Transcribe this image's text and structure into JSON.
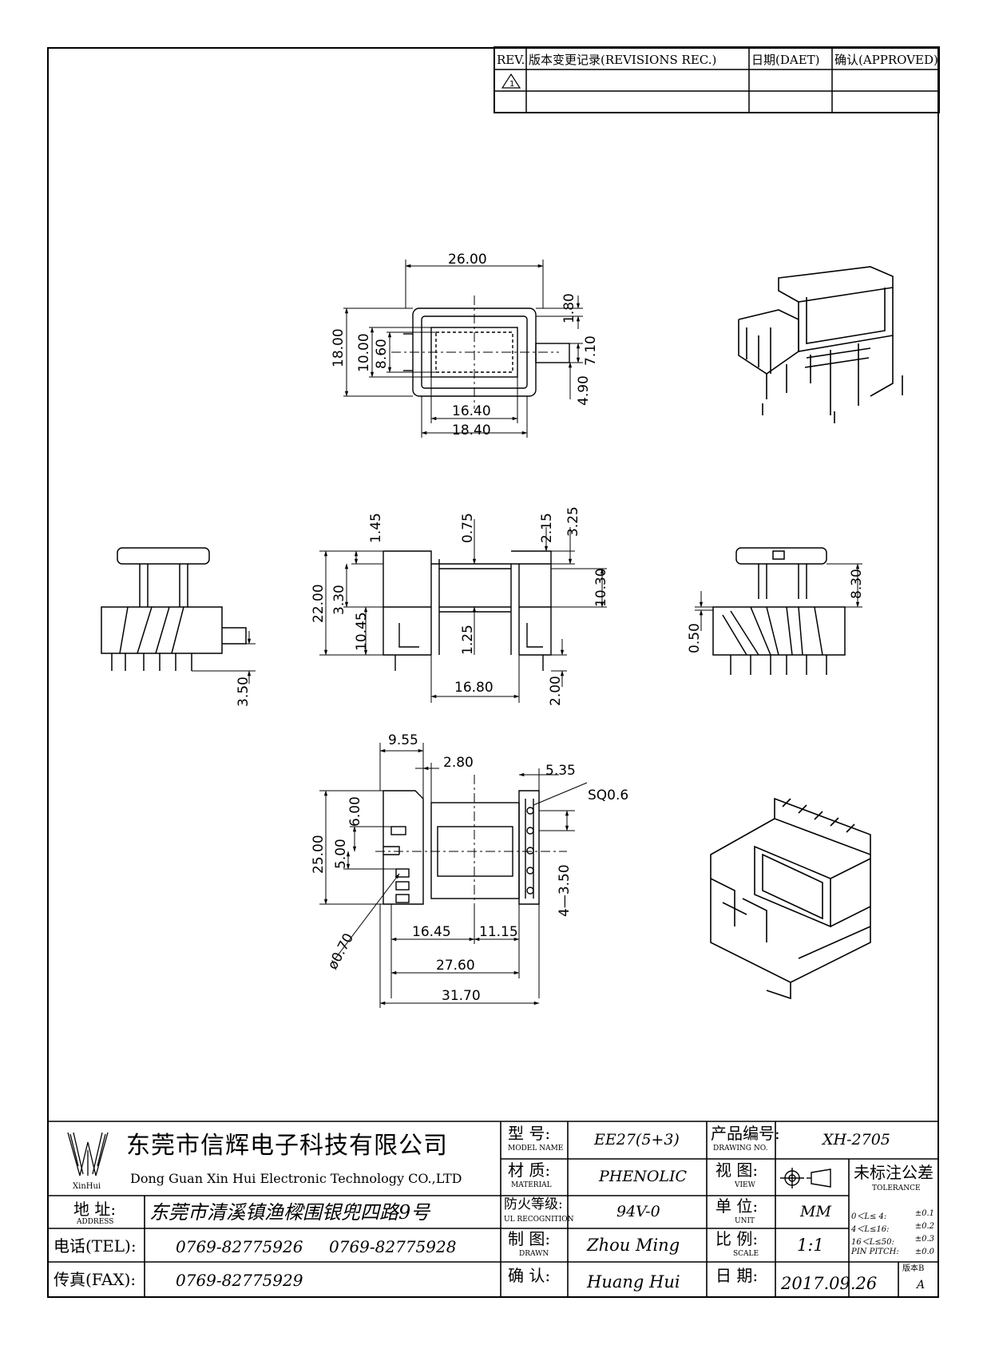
{
  "revisions": {
    "headers": {
      "rev": "REV.",
      "record": "版本变更记录(REVISIONS REC.)",
      "date": "日期(DAET)",
      "approved": "确认(APPROVED)"
    },
    "rows": [
      {
        "rev_symbol": "1-delta-icon",
        "record": "",
        "date": "",
        "approved": ""
      },
      {
        "rev_symbol": "",
        "record": "",
        "date": "",
        "approved": ""
      }
    ]
  },
  "dimensions": {
    "top_view": {
      "overall_width": "26.00",
      "depth_18": "18.00",
      "d_10": "10.00",
      "d_8_60": "8.60",
      "d_1_80": "1.80",
      "d_7_10": "7.10",
      "d_4_90": "4.90",
      "w_16_40": "16.40",
      "w_18_40": "18.40"
    },
    "front_view": {
      "d_1_45": "1.45",
      "d_0_75": "0.75",
      "d_2_15": "2.15",
      "d_3_25": "3.25",
      "h_22": "22.00",
      "d_3_30": "3.30",
      "d_10_30": "10.30",
      "d_10_45": "10.45",
      "d_1_25": "1.25",
      "w_16_80": "16.80",
      "d_2_00": "2.00"
    },
    "left_view": {
      "pin_3_50": "3.50"
    },
    "right_view": {
      "d_8_30": "8.30",
      "d_0_50": "0.50"
    },
    "bottom_view": {
      "d_9_55": "9.55",
      "d_2_80": "2.80",
      "d_5_35": "5.35",
      "sq": "SQ0.6",
      "h_25": "25.00",
      "d_6_00": "6.00",
      "d_5_00": "5.00",
      "d_4_3_50": "4—3.50",
      "dia": "ø0.70",
      "w_16_45": "16.45",
      "w_11_15": "11.15",
      "w_27_60": "27.60",
      "w_31_70": "31.70"
    }
  },
  "title_block": {
    "logo_text": "XinHui",
    "company_cn": "东莞市信辉电子科技有限公司",
    "company_en": "Dong Guan Xin Hui Electronic Technology CO.,LTD",
    "address_label": "地  址:",
    "address_label_en": "ADDRESS",
    "address": "东莞市清溪镇渔樑围银兜四路9号",
    "tel_label": "电话(TEL):",
    "tel1": "0769-82775926",
    "tel2": "0769-82775928",
    "fax_label": "传真(FAX):",
    "fax": "0769-82775929",
    "model_label": "型  号:",
    "model_label_en": "MODEL NAME",
    "model": "EE27(5+3)",
    "drawing_no_label": "产品编号:",
    "drawing_no_label_en": "DRAWING NO.",
    "drawing_no": "XH-2705",
    "material_label": "材  质:",
    "material_label_en": "MATERIAL",
    "material": "PHENOLIC",
    "view_label": "视  图:",
    "view_label_en": "VIEW",
    "ul_label": "防火等级:",
    "ul_label_en": "UL RECOGNITION",
    "ul": "94V-0",
    "unit_label": "单  位:",
    "unit_label_en": "UNIT",
    "unit": "MM",
    "drawn_label": "制  图:",
    "drawn_label_en": "DRAWN",
    "drawn": "Zhou Ming",
    "scale_label": "比  例:",
    "scale_label_en": "SCALE",
    "scale": "1:1",
    "check_label": "确  认:",
    "check": "Huang Hui",
    "date_label": "日  期:",
    "date": "2017.09.26",
    "version_label": "版本B",
    "version": "A",
    "tolerance_title": "未标注公差",
    "tolerance_en": "TOLERANCE",
    "tolerances": [
      {
        "range": "0＜L≤ 4:",
        "value": "±0.1"
      },
      {
        "range": "4＜L≤16:",
        "value": "±0.2"
      },
      {
        "range": "16＜L≤50:",
        "value": "±0.3"
      },
      {
        "range": "PIN PITCH:",
        "value": "±0.0"
      }
    ]
  }
}
